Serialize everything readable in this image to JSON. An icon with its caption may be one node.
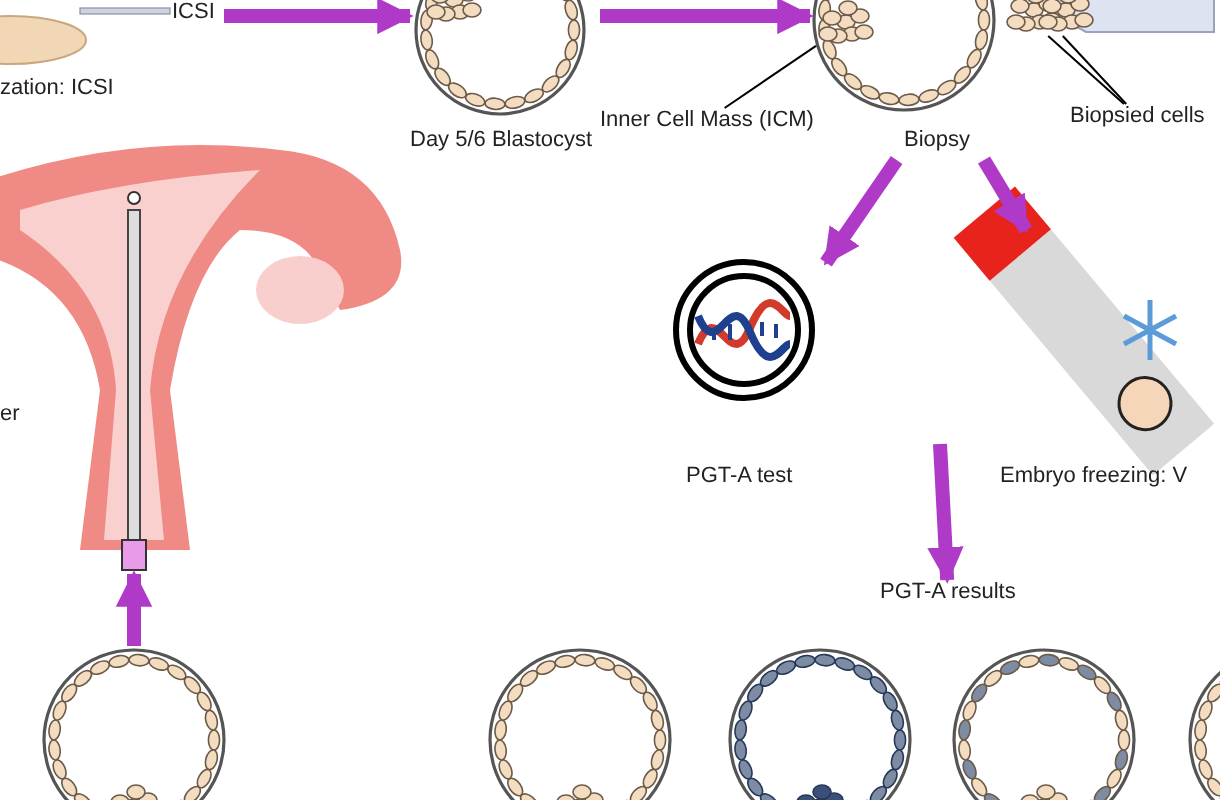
{
  "diagram": {
    "nodes": [
      {
        "text": [
          "zation: ICSI"
        ]
      },
      {
        "text": [
          "Day 5/6 Blastocyst"
        ]
      },
      {
        "text": [
          "Biopsy"
        ]
      },
      {
        "text": [
          "Inner Cell Mass (ICM)"
        ]
      },
      {
        "text": [],
        "shape": "picture",
        "in": 2
      },
      {
        "text": [
          "Biopsied cells"
        ]
      },
      {
        "text": [],
        "shape": "picture"
      },
      {
        "text": [
          "PGT-A test"
        ]
      },
      {
        "text": [
          "Embryo freezing: V"
        ]
      },
      {
        "text": [
          "PGT-A results"
        ]
      },
      {
        "text": [
          "er"
        ]
      },
      {
        "text": [],
        "shape": "picture"
      },
      {
        "text": [],
        "shape": "picture"
      },
      {
        "text": [],
        "shape": "picture"
      },
      {
        "text": [],
        "shape": "picture"
      },
      {
        "text": [],
        "shape": "picture"
      }
    ],
    "edges": [
      {
        "from": 0,
        "to": 1,
        "arrow": "to"
      },
      {
        "from": 1,
        "to": 2,
        "arrow": "to"
      },
      {
        "from": 2,
        "to": 7,
        "arrow": "to"
      },
      {
        "from": 2,
        "to": 8,
        "arrow": "to"
      },
      {
        "from": null,
        "to": 9,
        "arrow": "to"
      },
      {
        "from": 11,
        "to": 10,
        "arrow": "to"
      },
      {
        "from": 3,
        "to": 4,
        "arrow": "none",
        "color": "#000000"
      },
      {
        "from": 5,
        "to": 6,
        "arrow": "none",
        "color": "#000000"
      },
      {
        "from": 5,
        "to": 6,
        "arrow": "none",
        "color": "#000000"
      }
    ],
    "labels": [
      "ICSI"
    ]
  }
}
